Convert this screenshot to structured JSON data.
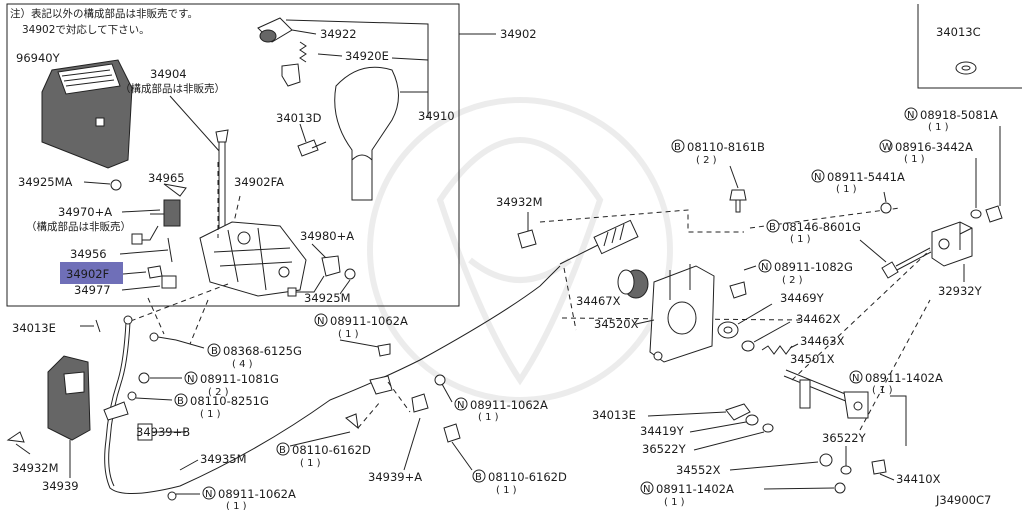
{
  "note": {
    "line1": "注）表記以外の構成部品は非販売です。",
    "line2": "34902で対応して下さい。"
  },
  "non_sale_note": "（構成部品は非販売）",
  "selected_part": "34902F",
  "diagram_code": "J34900C7",
  "labels": {
    "p34902": "34902",
    "p34922": "34922",
    "p34920E": "34920E",
    "p34910": "34910",
    "p96940Y": "96940Y",
    "p34904": "34904",
    "p34013D": "34013D",
    "p34925MA": "34925MA",
    "p34965": "34965",
    "p34902FA": "34902FA",
    "p34970A": "34970+A",
    "p34956": "34956",
    "p34980A": "34980+A",
    "p34977": "34977",
    "p34925M": "34925M",
    "p34013C": "34013C",
    "p34013E_l": "34013E",
    "p34932M_top": "34932M",
    "p34932M_bot": "34932M",
    "p34939": "34939",
    "p34939B": "34939+B",
    "p34935M": "34935M",
    "p34939A": "34939+A",
    "p34467X": "34467X",
    "p34520X": "34520X",
    "p34469Y": "34469Y",
    "p34462X": "34462X",
    "p34463X": "34463X",
    "p34501X": "34501X",
    "p34013E_r": "34013E",
    "p34419Y": "34419Y",
    "p36522Y_a": "36522Y",
    "p36522Y_b": "36522Y",
    "p34552X": "34552X",
    "p34410X": "34410X",
    "p32932Y": "32932Y"
  },
  "callouts": {
    "n08918": {
      "symbol": "N",
      "code": "08918-5081A",
      "qty": "( 1 )"
    },
    "w08916": {
      "symbol": "W",
      "code": "08916-3442A",
      "qty": "( 1 )"
    },
    "n08911_5441": {
      "symbol": "N",
      "code": "08911-5441A",
      "qty": "( 1 )"
    },
    "b08146": {
      "symbol": "B",
      "code": "08146-8601G",
      "qty": "( 1 )"
    },
    "b08110_8161": {
      "symbol": "B",
      "code": "08110-8161B",
      "qty": "( 2 )"
    },
    "n08911_1082": {
      "symbol": "N",
      "code": "08911-1082G",
      "qty": "( 2 )"
    },
    "n08911_1062_t": {
      "symbol": "N",
      "code": "08911-1062A",
      "qty": "( 1 )"
    },
    "b08368": {
      "symbol": "B",
      "code": "08368-6125G",
      "qty": "( 4 )"
    },
    "n08911_1081": {
      "symbol": "N",
      "code": "08911-1081G",
      "qty": "( 2 )"
    },
    "b08110_8251": {
      "symbol": "B",
      "code": "08110-8251G",
      "qty": "( 1 )"
    },
    "n08911_1062_m": {
      "symbol": "N",
      "code": "08911-1062A",
      "qty": "( 1 )"
    },
    "b08110_6162_l": {
      "symbol": "B",
      "code": "08110-6162D",
      "qty": "( 1 )"
    },
    "b08110_6162_r": {
      "symbol": "B",
      "code": "08110-6162D",
      "qty": "( 1 )"
    },
    "n08911_1062_b": {
      "symbol": "N",
      "code": "08911-1062A",
      "qty": "( 1 )"
    },
    "n08911_1402_t": {
      "symbol": "N",
      "code": "08911-1402A",
      "qty": "( 1 )"
    },
    "n08911_1402_b": {
      "symbol": "N",
      "code": "08911-1402A",
      "qty": "( 1 )"
    }
  }
}
